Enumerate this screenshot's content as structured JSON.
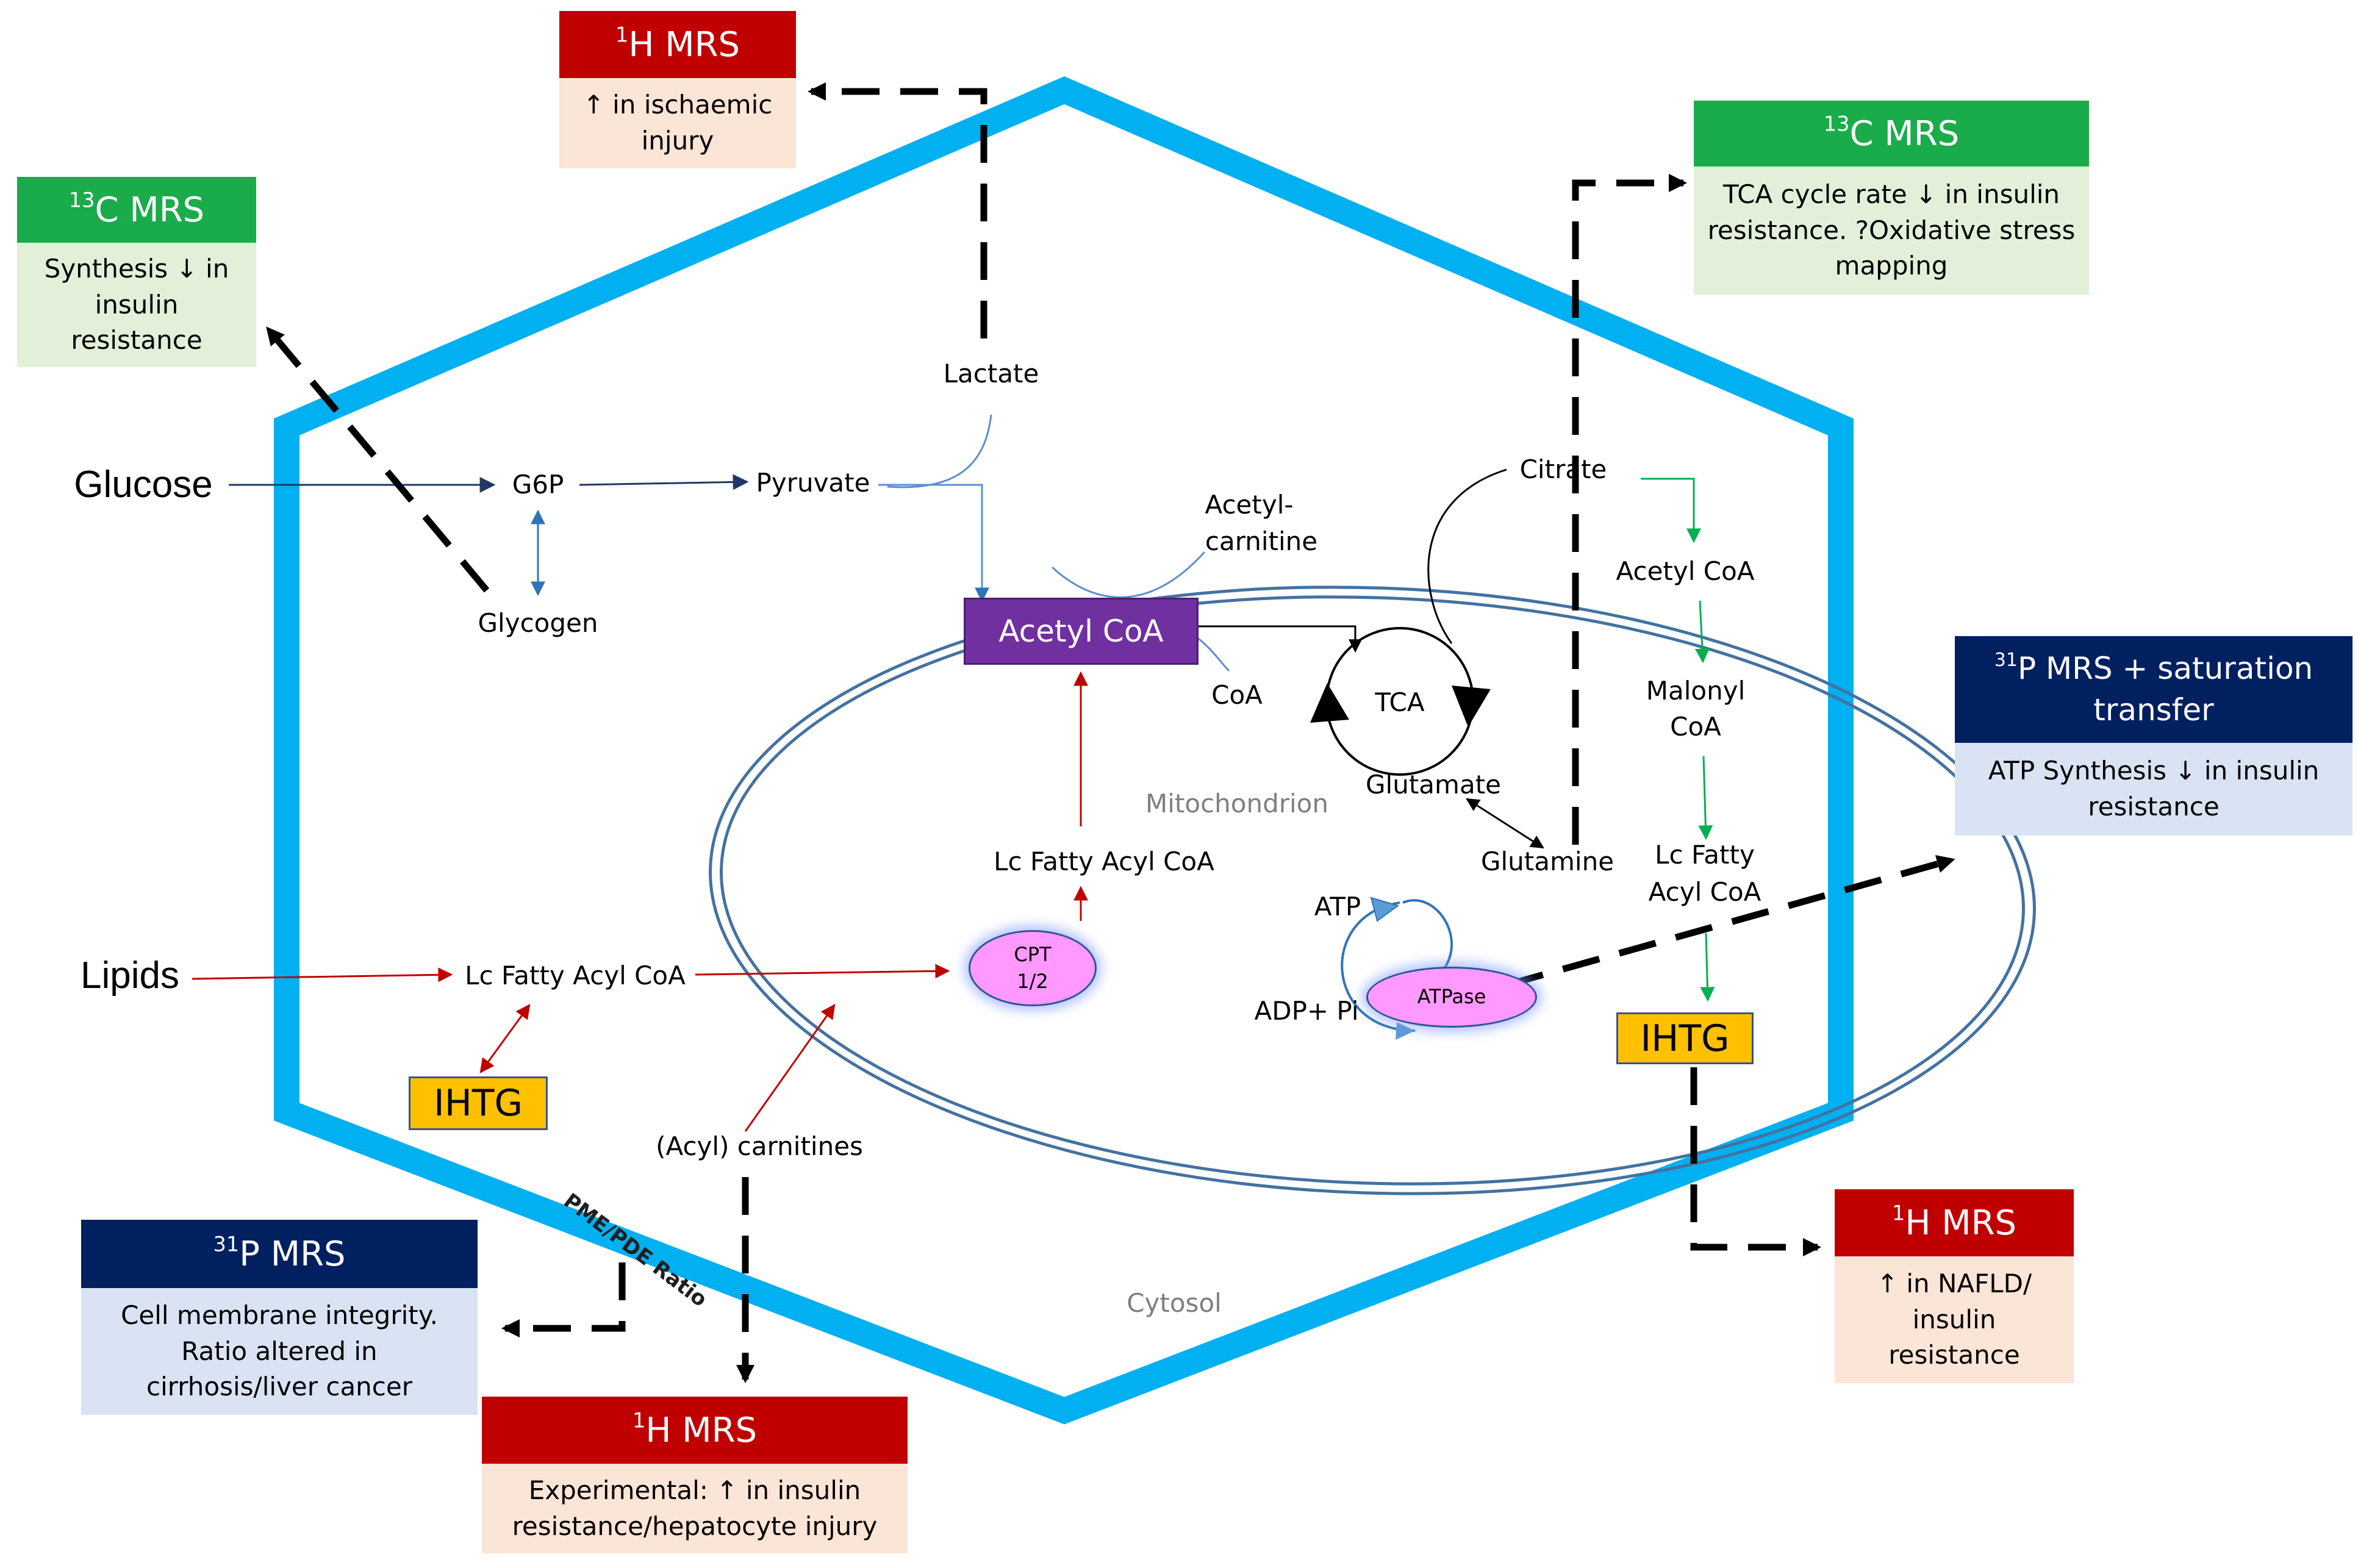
{
  "colors": {
    "cell_border": "#00b0f0",
    "mrs_1h_header": "#c00000",
    "mrs_1h_body": "#fbe5d6",
    "mrs_13c_header": "#1aac4a",
    "mrs_13c_body": "#e2f0d9",
    "mrs_31p_header": "#002060",
    "mrs_31p_body": "#dae3f3",
    "ihtg_fill": "#ffc000",
    "acetyl_coa_fill": "#7030a0",
    "enzyme_fill": "#ff99ff",
    "lipid_pathway": "#c00000",
    "glucose_pathway": "#203864",
    "citrate_pathway": "#00b050"
  },
  "inputs": {
    "glucose": "Glucose",
    "lipids": "Lipids"
  },
  "metabolites": {
    "g6p": "G6P",
    "pyruvate": "Pyruvate",
    "glycogen": "Glycogen",
    "lactate": "Lactate",
    "acetyl_carnitine_1": "Acetyl-",
    "acetyl_carnitine_2": "carnitine",
    "acetyl_coa_box": "Acetyl CoA",
    "coa": "CoA",
    "tca": "TCA",
    "glutamate": "Glutamate",
    "glutamine": "Glutamine",
    "citrate": "Citrate",
    "acetyl_coa_cyto": "Acetyl CoA",
    "malonyl_coa_1": "Malonyl",
    "malonyl_coa_2": "CoA",
    "lc_fatty_acyl_coa_right_1": "Lc Fatty",
    "lc_fatty_acyl_coa_right_2": "Acyl CoA",
    "lc_fatty_acyl_coa_mito": "Lc Fatty Acyl CoA",
    "lc_fatty_acyl_coa_cyto": "Lc Fatty Acyl CoA",
    "acyl_carnitines": "(Acyl) carnitines",
    "atp": "ATP",
    "adp_pi": "ADP+ Pi"
  },
  "enzymes": {
    "cpt_1": "CPT",
    "cpt_2": "1/2",
    "atpase": "ATPase"
  },
  "compartments": {
    "mitochondrion": "Mitochondrion",
    "cytosol": "Cytosol",
    "pme_pde": "PME/PDE Ratio"
  },
  "ihtg": {
    "left": "IHTG",
    "right": "IHTG"
  },
  "boxes": {
    "h1_lactate": {
      "sup": "1",
      "title": "H MRS",
      "lines": [
        "↑ in ischaemic",
        "injury"
      ]
    },
    "c13_glycogen": {
      "sup": "13",
      "title": "C MRS",
      "lines": [
        "Synthesis ↓ in",
        "insulin",
        "resistance"
      ]
    },
    "c13_tca": {
      "sup": "13",
      "title": "C MRS",
      "lines": [
        "TCA cycle rate ↓ in insulin",
        "resistance. ?Oxidative stress",
        "mapping"
      ]
    },
    "p31_atp": {
      "sup": "31",
      "title_1": "P MRS + saturation",
      "title_2": "transfer",
      "lines": [
        "ATP Synthesis ↓ in insulin",
        "resistance"
      ]
    },
    "h1_nafld": {
      "sup": "1",
      "title": "H MRS",
      "lines": [
        "↑ in NAFLD/",
        "insulin",
        "resistance"
      ]
    },
    "p31_membrane": {
      "sup": "31",
      "title": "P MRS",
      "lines": [
        "Cell membrane  integrity.",
        "Ratio altered in",
        "cirrhosis/liver cancer"
      ]
    },
    "h1_carnitine": {
      "sup": "1",
      "title": "H MRS",
      "lines": [
        "Experimental: ↑ in insulin",
        "resistance/hepatocyte injury"
      ]
    }
  }
}
